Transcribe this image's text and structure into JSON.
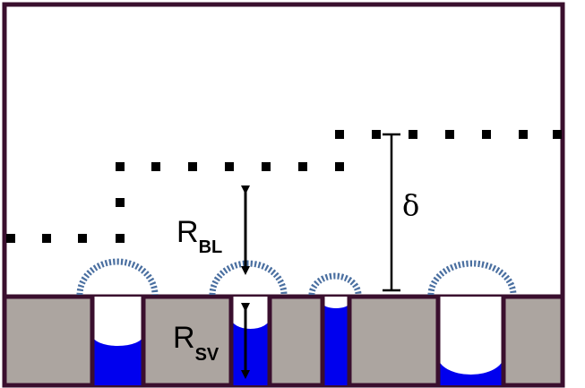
{
  "labels": {
    "r_bl_main": "R",
    "r_bl_sub": "BL",
    "r_sv_main": "R",
    "r_sv_sub": "SV",
    "delta": "δ"
  },
  "colors": {
    "frame": "#3a0f2e",
    "block_fill": "#aca5a0",
    "liquid": "#0000ee",
    "vapor_dash": "#4a6fa0",
    "dots": "#000000",
    "arrows": "#000000"
  },
  "icons": {
    "arrow": "double-headed-arrow",
    "thickness_marker": "i-beam-marker"
  }
}
